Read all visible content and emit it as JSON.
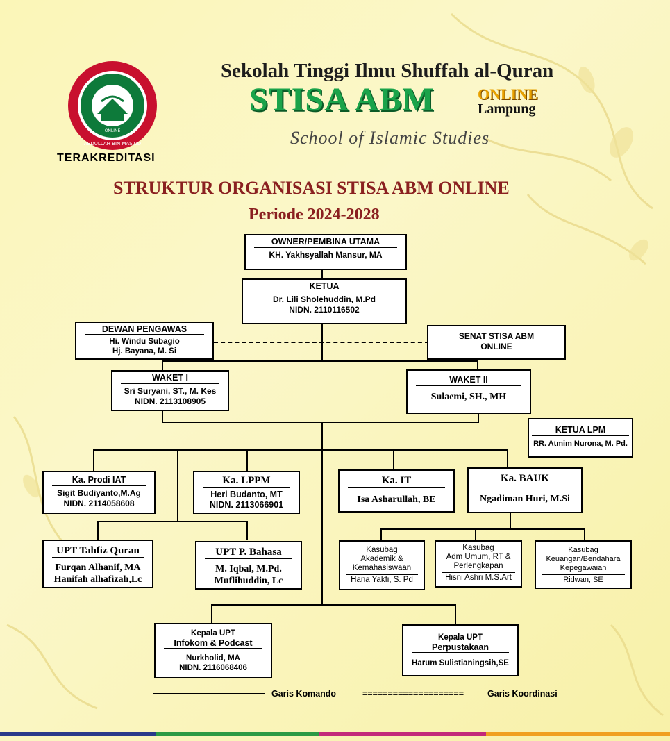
{
  "header": {
    "institution": "Sekolah Tinggi Ilmu Shuffah al-Quran",
    "brand": "STISA ABM",
    "online": "ONLINE",
    "location": "Lampung",
    "tagline": "School of Islamic Studies",
    "badge": "TERAKREDITASI",
    "title": "STRUKTUR ORGANISASI STISA ABM ONLINE",
    "period": "Periode 2024-2028"
  },
  "logo": {
    "bottom_text": "ABDULLAH BIN MAS'UD",
    "label": "ONLINE"
  },
  "nodes": {
    "owner": {
      "title": "OWNER/PEMBINA UTAMA",
      "name": "KH. Yakhsyallah Mansur, MA"
    },
    "ketua": {
      "title": "KETUA",
      "name": "Dr. Lili Sholehuddin, M.Pd",
      "id": "NIDN. 2110116502"
    },
    "dewan": {
      "title": "DEWAN PENGAWAS",
      "name1": "Hi. Windu Subagio",
      "name2": "Hj. Bayana, M. Si"
    },
    "senat": {
      "title1": "SENAT STISA ABM",
      "title2": "ONLINE"
    },
    "waket1": {
      "title": "WAKET I",
      "name": "Sri Suryani, ST., M. Kes",
      "id": "NIDN. 2113108905"
    },
    "waket2": {
      "title": "WAKET II",
      "name": "Sulaemi, SH., MH"
    },
    "lpm": {
      "title": "KETUA LPM",
      "name": "RR. Atmim Nurona, M. Pd."
    },
    "prodi": {
      "title": "Ka. Prodi IAT",
      "name": "Sigit Budiyanto,M.Ag",
      "id": "NIDN. 2114058608"
    },
    "lppm": {
      "title": "Ka. LPPM",
      "name": "Heri Budanto, MT",
      "id": "NIDN. 2113066901"
    },
    "it": {
      "title": "Ka. IT",
      "name": "Isa Asharullah, BE"
    },
    "bauk": {
      "title": "Ka. BAUK",
      "name": "Ngadiman Huri, M.Si"
    },
    "tahfiz": {
      "title": "UPT Tahfiz Quran",
      "name1": "Furqan Alhanif, MA",
      "name2": "Hanifah alhafizah,Lc"
    },
    "bahasa": {
      "title": "UPT P. Bahasa",
      "name1": "M. Iqbal, M.Pd.",
      "name2": "Muflihuddin, Lc"
    },
    "akademik": {
      "l1": "Kasubag",
      "l2": "Akademik &",
      "l3": "Kemahasiswaan",
      "name": "Hana Yakfi, S. Pd"
    },
    "umum": {
      "l1": "Kasubag",
      "l2": "Adm Umum, RT &",
      "l3": "Perlengkapan",
      "name": "Hisni Ashri M.S.Art"
    },
    "keuangan": {
      "l1": "Kasubag",
      "l2": "Keuangan/Bendahara",
      "l3": "Kepegawaian",
      "name": "Ridwan, SE"
    },
    "infokom": {
      "title1": "Kepala UPT",
      "title2": "Infokom & Podcast",
      "name": "Nurkholid, MA",
      "id": "NIDN. 2116068406"
    },
    "perpus": {
      "title1": "Kepala UPT",
      "title2": "Perpustakaan",
      "name": "Harum Sulistianingsih,SE"
    }
  },
  "legend": {
    "command": "Garis Komando",
    "coord_symbol": "====================",
    "coord": "Garis Koordinasi"
  },
  "colors": {
    "title": "#8a2020",
    "brand_green": "#1aa34a",
    "online_orange": "#e8a100",
    "logo_red": "#c8102e",
    "logo_green": "#0d7a3a"
  }
}
